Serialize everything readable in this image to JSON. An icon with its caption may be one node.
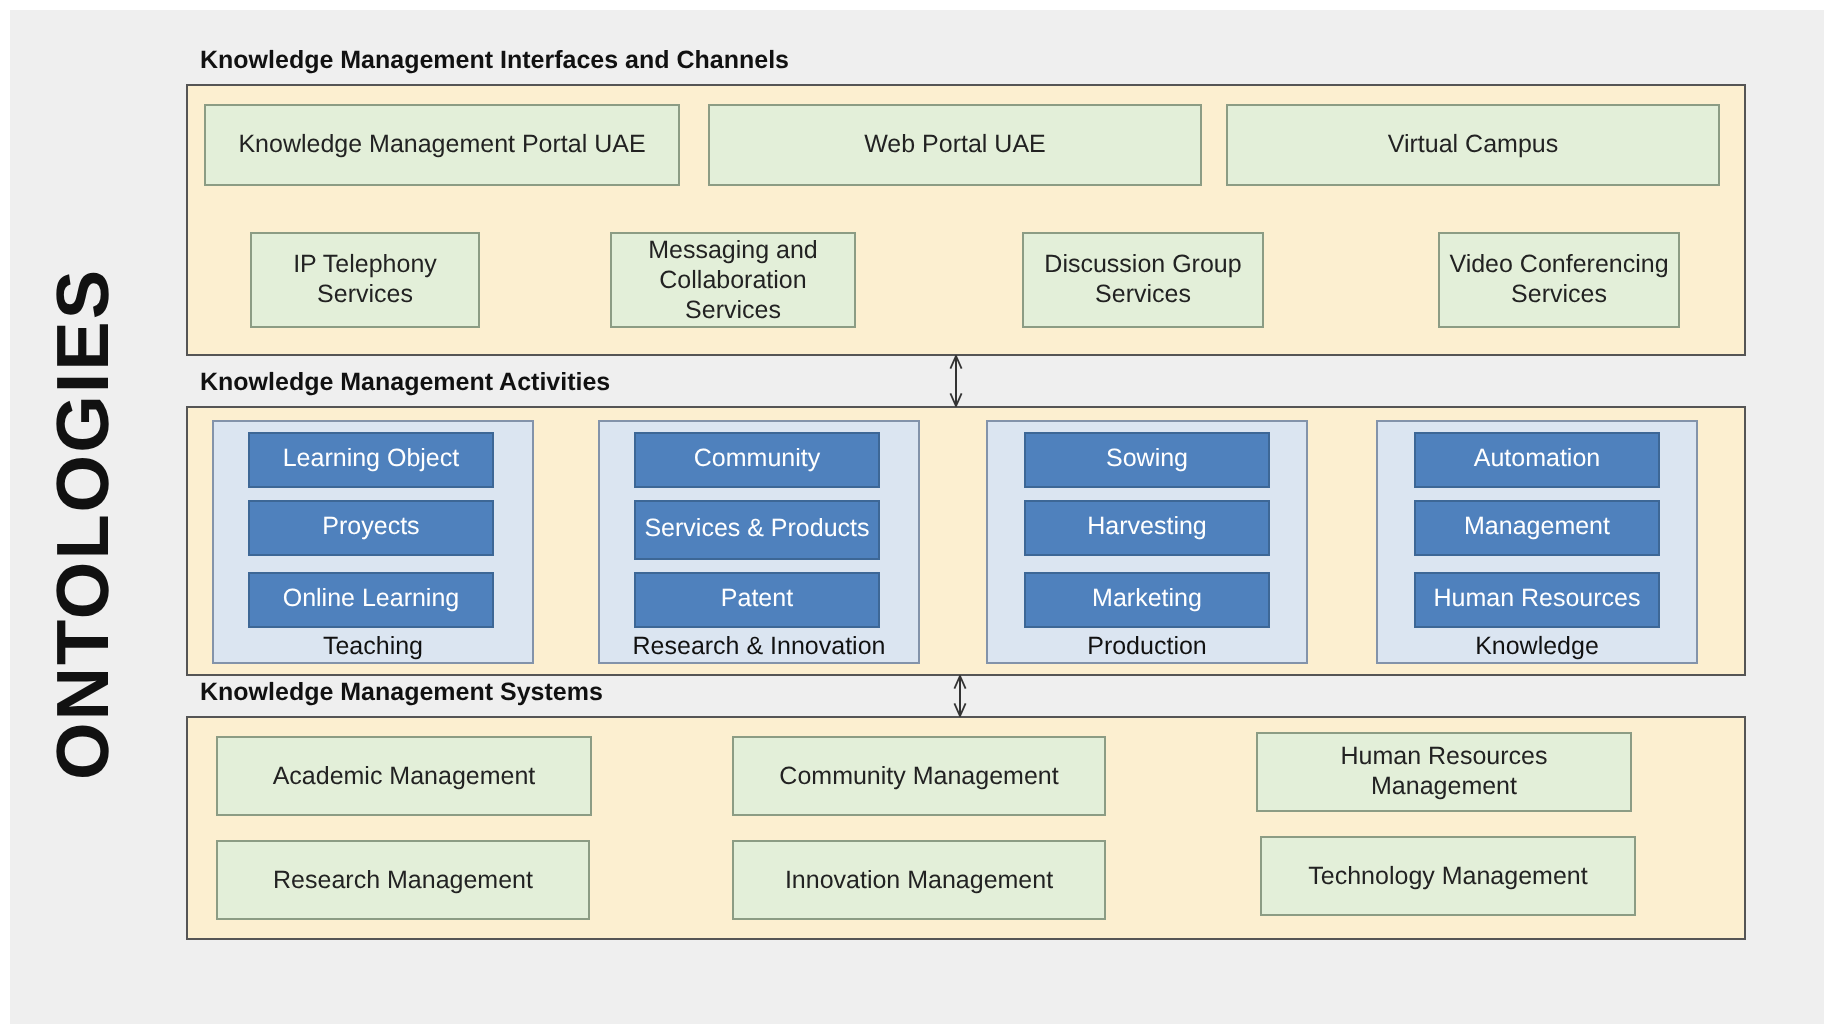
{
  "diagram": {
    "nodes": [
      {
        "text": [
          "Knowledge Management Interfaces and Channels"
        ]
      },
      {
        "text": [
          "Knowledge Management Portal UAE"
        ],
        "in": 0
      },
      {
        "text": [
          "Web Portal UAE"
        ],
        "in": 0
      },
      {
        "text": [
          "Virtual Campus"
        ],
        "in": 0
      },
      {
        "text": [
          "IP Telephony Services"
        ],
        "in": 0
      },
      {
        "text": [
          "Messaging and Collaboration Services"
        ],
        "in": 0
      },
      {
        "text": [
          "Discussion Group Services"
        ],
        "in": 0
      },
      {
        "text": [
          "Video Conferencing Services"
        ],
        "in": 0
      },
      {
        "text": [
          "Knowledge Management Activities"
        ]
      },
      {
        "text": [
          "Teaching"
        ],
        "in": 8
      },
      {
        "text": [
          "Learning Object"
        ],
        "in": 9
      },
      {
        "text": [
          "Proyects"
        ],
        "in": 9
      },
      {
        "text": [
          "Online Learning"
        ],
        "in": 9
      },
      {
        "text": [
          "Research & Innovation"
        ],
        "in": 8
      },
      {
        "text": [
          "Community"
        ],
        "in": 13
      },
      {
        "text": [
          "Services & Products"
        ],
        "in": 13
      },
      {
        "text": [
          "Patent"
        ],
        "in": 13
      },
      {
        "text": [
          "Production"
        ],
        "in": 8
      },
      {
        "text": [
          "Sowing"
        ],
        "in": 17
      },
      {
        "text": [
          "Harvesting"
        ],
        "in": 17
      },
      {
        "text": [
          "Marketing"
        ],
        "in": 17
      },
      {
        "text": [
          "Knowledge"
        ],
        "in": 8
      },
      {
        "text": [
          "Automation"
        ],
        "in": 21
      },
      {
        "text": [
          "Management"
        ],
        "in": 21
      },
      {
        "text": [
          "Human Resources"
        ],
        "in": 21
      },
      {
        "text": [
          "Knowledge Management Systems"
        ]
      },
      {
        "text": [
          "Academic Management"
        ],
        "in": 25
      },
      {
        "text": [
          "Community Management"
        ],
        "in": 25
      },
      {
        "text": [
          "Human Resources Management"
        ],
        "in": 25
      },
      {
        "text": [
          "Research Management"
        ],
        "in": 25
      },
      {
        "text": [
          "Innovation Management"
        ],
        "in": 25
      },
      {
        "text": [
          "Technology Management"
        ],
        "in": 25
      }
    ],
    "edges": [
      {
        "from": 0,
        "to": 8,
        "arrow": "both"
      },
      {
        "from": 8,
        "to": 25,
        "arrow": "both"
      }
    ],
    "labels": [
      "ONTOLOGIES"
    ]
  }
}
